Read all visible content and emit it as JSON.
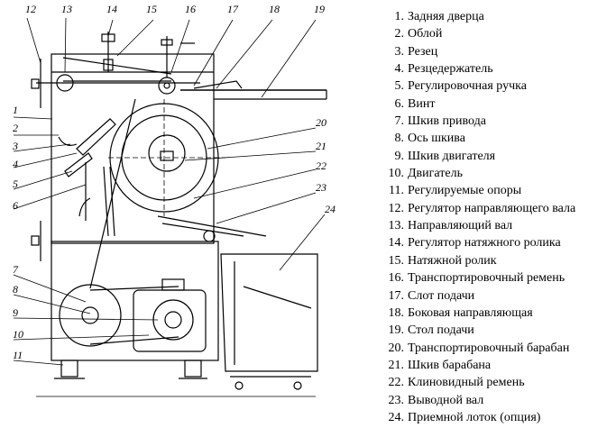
{
  "diagram": {
    "labels": [
      "12",
      "13",
      "14",
      "15",
      "16",
      "17",
      "18",
      "19",
      "1",
      "2",
      "3",
      "4",
      "5",
      "6",
      "20",
      "21",
      "22",
      "23",
      "24",
      "7",
      "8",
      "9",
      "10",
      "11"
    ]
  },
  "legend": [
    {
      "num": "1.",
      "text": "Задняя дверца"
    },
    {
      "num": "2.",
      "text": "Облой"
    },
    {
      "num": "3.",
      "text": "Резец"
    },
    {
      "num": "4.",
      "text": "Резцедержатель"
    },
    {
      "num": "5.",
      "text": "Регулировочная ручка"
    },
    {
      "num": "6.",
      "text": "Винт"
    },
    {
      "num": "7.",
      "text": "Шкив привода"
    },
    {
      "num": "8.",
      "text": "Ось шкива"
    },
    {
      "num": "9.",
      "text": "Шкив двигателя"
    },
    {
      "num": "10.",
      "text": "Двигатель"
    },
    {
      "num": "11.",
      "text": "Регулируемые опоры"
    },
    {
      "num": "12.",
      "text": "Регулятор направляющего вала"
    },
    {
      "num": "13.",
      "text": "Направляющий вал"
    },
    {
      "num": "14.",
      "text": "Регулятор натяжного ролика"
    },
    {
      "num": "15.",
      "text": "Натяжной ролик"
    },
    {
      "num": "16.",
      "text": "Транспортировочный ремень"
    },
    {
      "num": "17.",
      "text": "Слот подачи"
    },
    {
      "num": "18.",
      "text": "Боковая направляющая"
    },
    {
      "num": "19.",
      "text": "Стол подачи"
    },
    {
      "num": "20.",
      "text": "Транспортировочный барабан"
    },
    {
      "num": "21.",
      "text": "Шкив барабана"
    },
    {
      "num": "22.",
      "text": "Клиновидный ремень"
    },
    {
      "num": "23.",
      "text": "Выводной вал"
    },
    {
      "num": "24.",
      "text": "Приемной лоток (опция)"
    }
  ]
}
